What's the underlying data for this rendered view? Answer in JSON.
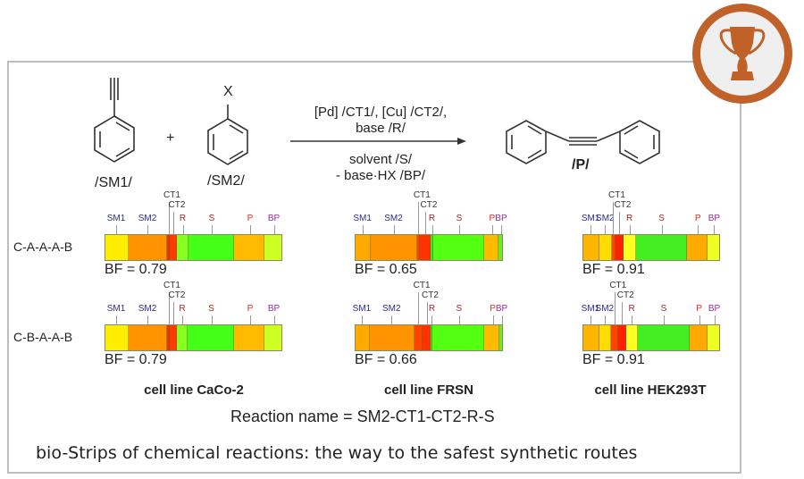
{
  "reaction": {
    "sm1_label": "/SM1/",
    "sm2_label": "/SM2/",
    "plus": "+",
    "halogen": "X",
    "conditions_above": [
      "[Pd] /CT1/, [Cu] /CT2/,",
      "base /R/"
    ],
    "conditions_below": [
      "solvent /S/",
      "- base·HX /BP/"
    ],
    "product_label": "/P/"
  },
  "rows": [
    "C-A-A-A-B",
    "C-B-A-A-B"
  ],
  "label_colors": {
    "SM1": "#2a2a8c",
    "SM2": "#2a2a8c",
    "CT1": "#333333",
    "CT2": "#333333",
    "R": "#a02828",
    "S": "#a02828",
    "P": "#e82828",
    "BP": "#9a2a9a"
  },
  "strips": [
    {
      "cell": "CaCo-2",
      "row": 0,
      "bf": "BF = 0.79",
      "segments": [
        {
          "k": "SM1",
          "w": 26,
          "c": "#ffee00"
        },
        {
          "k": "SM2",
          "w": 44,
          "c": "#ff9300"
        },
        {
          "k": "CT1",
          "w": 3,
          "c": "#ee3300"
        },
        {
          "k": "CT2",
          "w": 8,
          "c": "#ff3a00"
        },
        {
          "k": "R",
          "w": 13,
          "c": "#88ff22"
        },
        {
          "k": "S",
          "w": 52,
          "c": "#44ff18"
        },
        {
          "k": "P",
          "w": 34,
          "c": "#ffbb00"
        },
        {
          "k": "BP",
          "w": 19,
          "c": "#ccff22"
        }
      ]
    },
    {
      "cell": "CaCo-2",
      "row": 1,
      "bf": "BF = 0.79",
      "segments": [
        {
          "k": "SM1",
          "w": 26,
          "c": "#ffee00"
        },
        {
          "k": "SM2",
          "w": 44,
          "c": "#ff9300"
        },
        {
          "k": "CT1",
          "w": 3,
          "c": "#ee3300"
        },
        {
          "k": "CT2",
          "w": 8,
          "c": "#ff3a00"
        },
        {
          "k": "R",
          "w": 12,
          "c": "#88ff22"
        },
        {
          "k": "S",
          "w": 53,
          "c": "#44ff18"
        },
        {
          "k": "P",
          "w": 34,
          "c": "#ffbb00"
        },
        {
          "k": "BP",
          "w": 19,
          "c": "#ccff22"
        }
      ]
    },
    {
      "cell": "FRSN",
      "row": 0,
      "bf": "BF = 0.65",
      "segments": [
        {
          "k": "SM1",
          "w": 17,
          "c": "#ffaa00"
        },
        {
          "k": "SM2",
          "w": 52,
          "c": "#ff9300"
        },
        {
          "k": "CT1",
          "w": 3,
          "c": "#ff4400"
        },
        {
          "k": "CT2",
          "w": 12,
          "c": "#ff3300"
        },
        {
          "k": "R",
          "w": 3,
          "c": "#44dd22"
        },
        {
          "k": "S",
          "w": 57,
          "c": "#55ff11"
        },
        {
          "k": "P",
          "w": 16,
          "c": "#ffbb00"
        },
        {
          "k": "BP",
          "w": 4,
          "c": "#66ee22"
        }
      ]
    },
    {
      "cell": "FRSN",
      "row": 1,
      "bf": "BF = 0.66",
      "segments": [
        {
          "k": "SM1",
          "w": 16,
          "c": "#ffaa00"
        },
        {
          "k": "SM2",
          "w": 51,
          "c": "#ff9300"
        },
        {
          "k": "CT1",
          "w": 9,
          "c": "#ff4400"
        },
        {
          "k": "CT2",
          "w": 10,
          "c": "#ff3300"
        },
        {
          "k": "R",
          "w": 2,
          "c": "#44dd22"
        },
        {
          "k": "S",
          "w": 59,
          "c": "#55ff11"
        },
        {
          "k": "P",
          "w": 17,
          "c": "#ffbb00"
        },
        {
          "k": "BP",
          "w": 3,
          "c": "#66ee22"
        }
      ]
    },
    {
      "cell": "HEK293T",
      "row": 0,
      "bf": "BF = 0.91",
      "segments": [
        {
          "k": "SM1",
          "w": 18,
          "c": "#ffb400"
        },
        {
          "k": "SM2",
          "w": 14,
          "c": "#ffdd00"
        },
        {
          "k": "CT1",
          "w": 4,
          "c": "#ff4400"
        },
        {
          "k": "CT2",
          "w": 9,
          "c": "#ff2200"
        },
        {
          "k": "R",
          "w": 14,
          "c": "#ffff22"
        },
        {
          "k": "S",
          "w": 57,
          "c": "#44ee22"
        },
        {
          "k": "P",
          "w": 23,
          "c": "#ffaa00"
        },
        {
          "k": "BP",
          "w": 13,
          "c": "#eeff22"
        }
      ]
    },
    {
      "cell": "HEK293T",
      "row": 1,
      "bf": "BF = 0.91",
      "segments": [
        {
          "k": "SM1",
          "w": 18,
          "c": "#ffb400"
        },
        {
          "k": "SM2",
          "w": 14,
          "c": "#ffdd00"
        },
        {
          "k": "CT1",
          "w": 8,
          "c": "#ff4400"
        },
        {
          "k": "CT2",
          "w": 9,
          "c": "#ff2200"
        },
        {
          "k": "R",
          "w": 13,
          "c": "#ffff22"
        },
        {
          "k": "S",
          "w": 59,
          "c": "#44ee22"
        },
        {
          "k": "P",
          "w": 21,
          "c": "#ffaa00"
        },
        {
          "k": "BP",
          "w": 13,
          "c": "#eeff22"
        }
      ]
    }
  ],
  "cell_lines": [
    "cell line CaCo-2",
    "cell line FRSN",
    "cell line HEK293T"
  ],
  "reaction_name": "Reaction name = SM2-CT1-CT2-R-S",
  "caption": "bio-Strips of chemical reactions: the way to the safest synthetic routes",
  "badge": {
    "icon": "trophy-icon",
    "ring_color": "#c0612a",
    "fill_color": "#efefef"
  }
}
